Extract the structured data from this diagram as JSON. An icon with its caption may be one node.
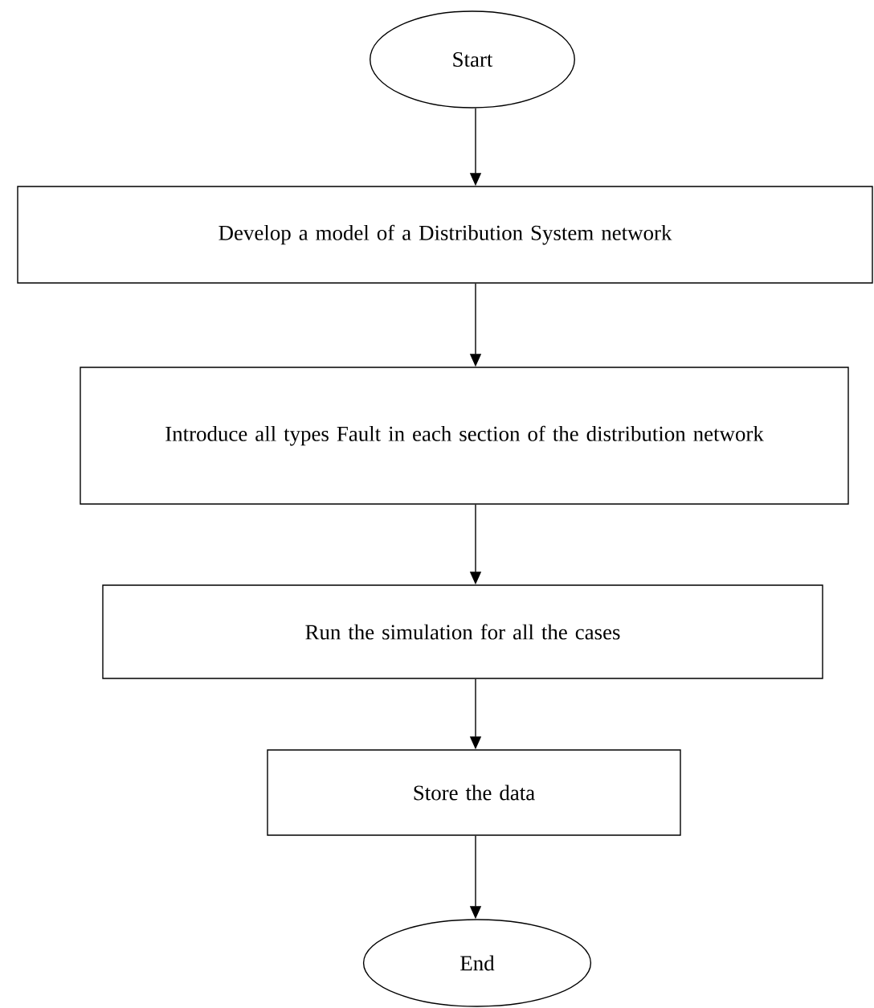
{
  "diagram": {
    "nodes": [
      {
        "text": [
          "Start"
        ]
      },
      {
        "text": [
          "Develop a model of a Distribution System network"
        ]
      },
      {
        "text": [
          "Introduce all types Fault in each section of the distribution network"
        ]
      },
      {
        "text": [
          "Run the simulation for all the cases"
        ]
      },
      {
        "text": [
          "Store the data"
        ]
      },
      {
        "text": [
          "End"
        ]
      }
    ],
    "edges": [
      {
        "from": 0,
        "to": 1,
        "arrow": "to"
      },
      {
        "from": 1,
        "to": 2,
        "arrow": "to"
      },
      {
        "from": 2,
        "to": 3,
        "arrow": "to"
      },
      {
        "from": 3,
        "to": 4,
        "arrow": "to"
      },
      {
        "from": 4,
        "to": 5,
        "arrow": "to"
      }
    ]
  }
}
